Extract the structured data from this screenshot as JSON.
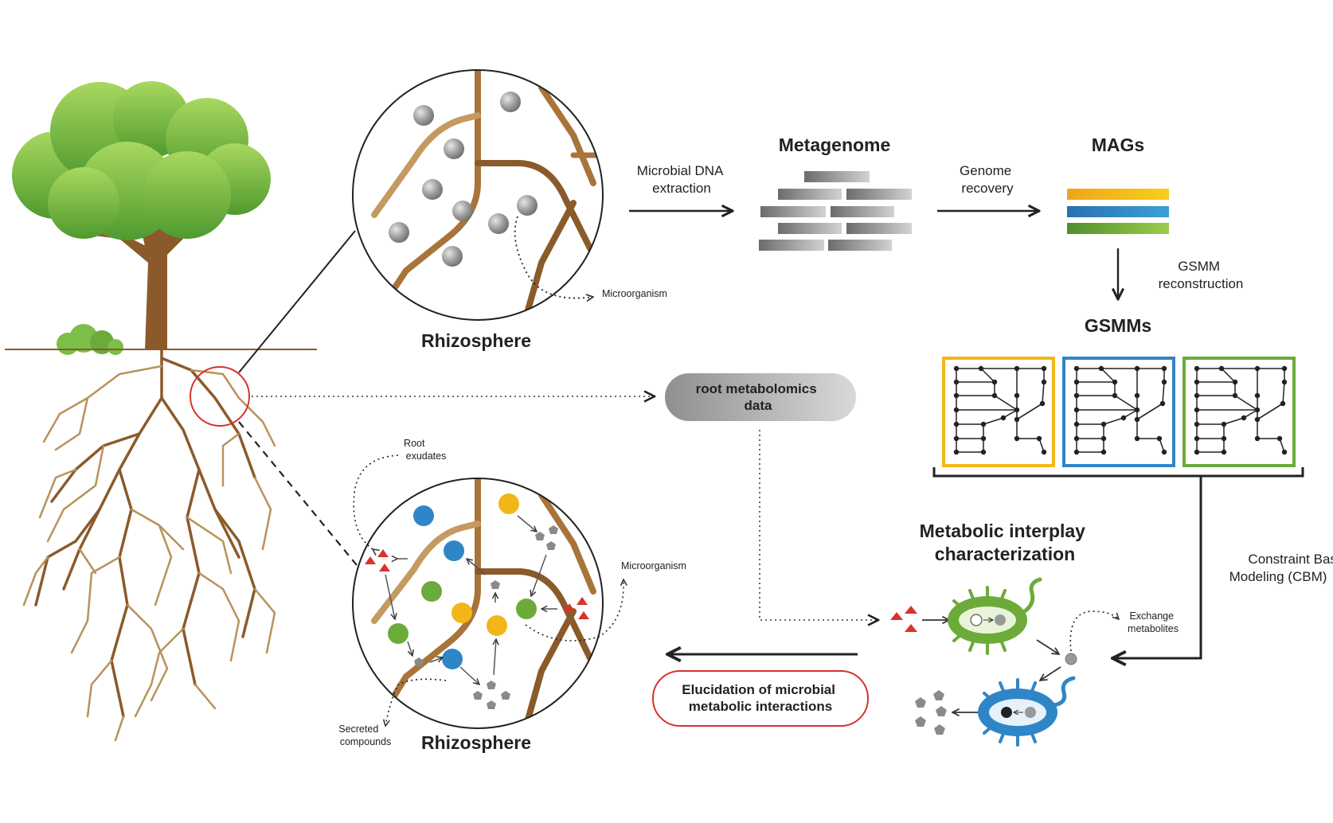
{
  "labels": {
    "metagenome": "Metagenome",
    "mags": "MAGs",
    "gsmms": "GSMMs",
    "rhizosphere_top": "Rhizosphere",
    "rhizosphere_bottom": "Rhizosphere",
    "microbial_dna_l1": "Microbial DNA",
    "microbial_dna_l2": "extraction",
    "genome_recovery_l1": "Genome",
    "genome_recovery_l2": "recovery",
    "gsmm_recon_l1": "GSMM",
    "gsmm_recon_l2": "reconstruction",
    "microorganism_top": "Microorganism",
    "microorganism_bottom": "Microorganism",
    "root_metabolomics_l1": "root metabolomics",
    "root_metabolomics_l2": "data",
    "metabolic_interplay_l1": "Metabolic interplay",
    "metabolic_interplay_l2": "characterization",
    "cbm_l1": "Constraint Based",
    "cbm_l2": "Modeling (CBM)",
    "exchange_l1": "Exchange",
    "exchange_l2": "metabolites",
    "root_exudates_l1": "Root",
    "root_exudates_l2": "exudates",
    "secreted_l1": "Secreted",
    "secreted_l2": "compounds",
    "elucidation_l1": "Elucidation of microbial",
    "elucidation_l2": "metabolic interactions"
  },
  "colors": {
    "root_brown": "#8b5a2b",
    "root_tan": "#b8925a",
    "leaf_green": "#7cbf48",
    "mag_yellow": "#f2b619",
    "mag_blue": "#2f86c6",
    "mag_green": "#6cab3a",
    "triangle_red": "#d8322b",
    "elucidation_border": "#d8322b",
    "pill_gray": "#b5b5b5"
  }
}
